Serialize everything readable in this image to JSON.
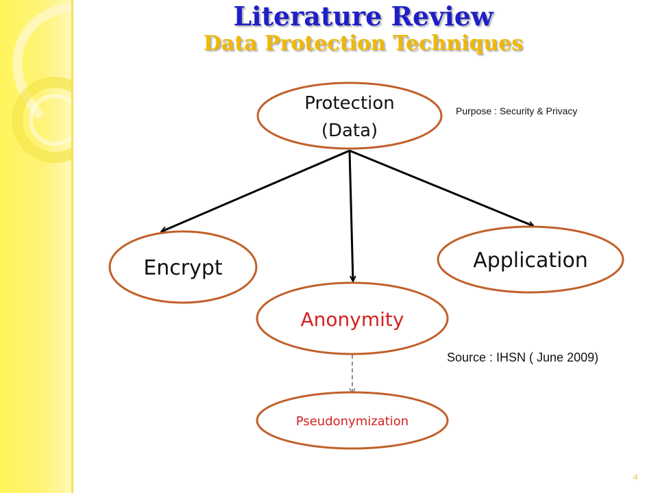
{
  "slide": {
    "title": "Literature Review",
    "subtitle": "Data Protection  Techniques",
    "page_number": "4"
  },
  "diagram": {
    "root": {
      "line1": "Protection",
      "line2": "(Data)"
    },
    "nodes": {
      "encrypt": "Encrypt",
      "anonymity": "Anonymity",
      "application": "Application",
      "pseudonymization": "Pseudonymization"
    },
    "purpose_note": "Purpose : Security & Privacy",
    "source_note": "Source : IHSN ( June 2009)"
  },
  "colors": {
    "title": "#1f1fc8",
    "subtitle": "#f0b800",
    "node_border": "#c0602a",
    "anonymity_text": "#d42020",
    "sidebar": "#fff55a"
  }
}
